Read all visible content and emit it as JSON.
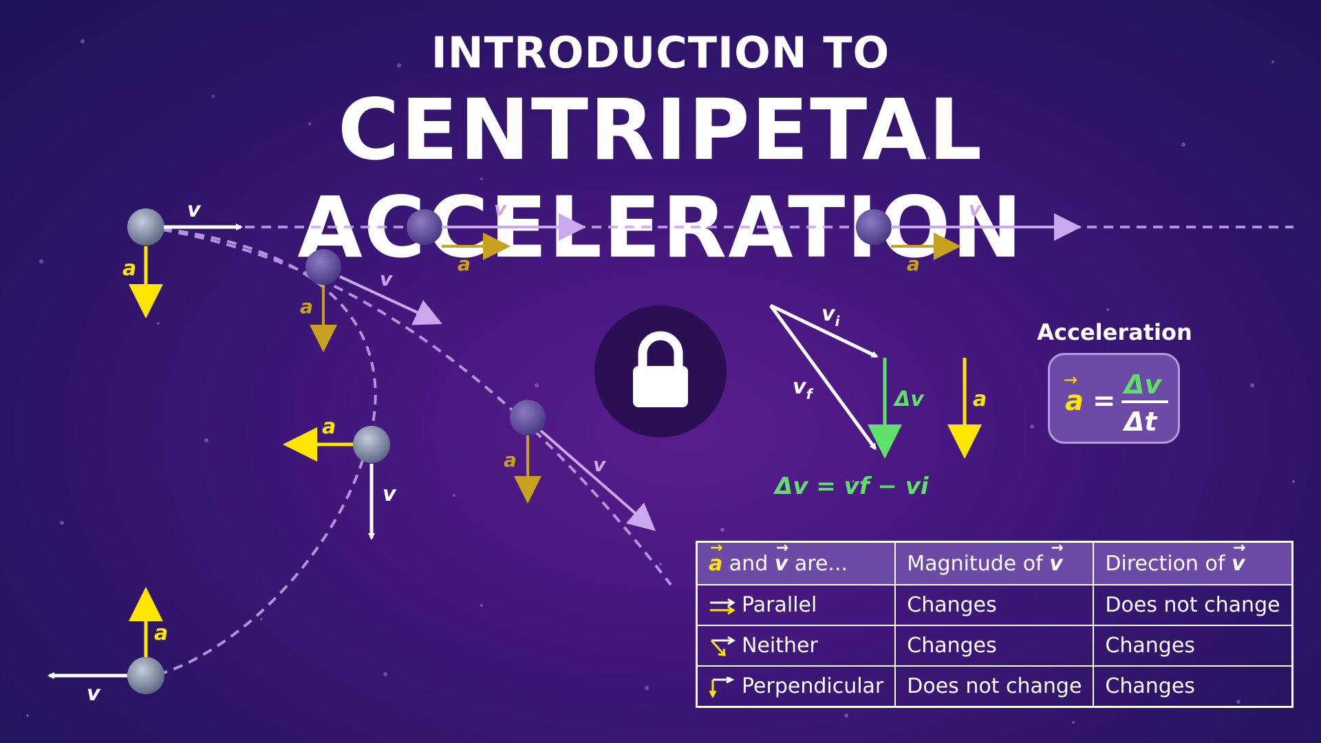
{
  "title": {
    "line1": "INTRODUCTION TO",
    "line2": "CENTRIPETAL ACCELERATION"
  },
  "labels": {
    "v": "v",
    "a": "a",
    "vi": "v",
    "vi_sub": "i",
    "vf": "v",
    "vf_sub": "f",
    "delta_v": "Δv",
    "equation": "Δv = vf − vi"
  },
  "acceleration": {
    "heading": "Acceleration",
    "lhs": "a",
    "numerator": "Δv",
    "denominator": "Δt"
  },
  "table": {
    "headers": [
      "a and v are...",
      "Magnitude of v",
      "Direction of v"
    ],
    "header_parts": {
      "a": "a",
      "and": "and",
      "v": "v",
      "are": "are...",
      "mag": "Magnitude of",
      "dir": "Direction of"
    },
    "rows": [
      {
        "relation": "Parallel",
        "magnitude": "Changes",
        "direction": "Does not change",
        "icon": "parallel-arrows-icon"
      },
      {
        "relation": "Neither",
        "magnitude": "Changes",
        "direction": "Changes",
        "icon": "angled-arrows-icon"
      },
      {
        "relation": "Perpendicular",
        "magnitude": "Does not change",
        "direction": "Changes",
        "icon": "perpendicular-arrows-icon"
      }
    ]
  },
  "colors": {
    "background": "#3f1779",
    "velocity": "#ffffff",
    "acceleration": "#ffe600",
    "acceleration_dim": "#c8a21e",
    "delta_v": "#5fe06a",
    "dashed_path": "#c9a8ee",
    "ball": "#8c97b3"
  },
  "lock_icon": "padlock-icon"
}
